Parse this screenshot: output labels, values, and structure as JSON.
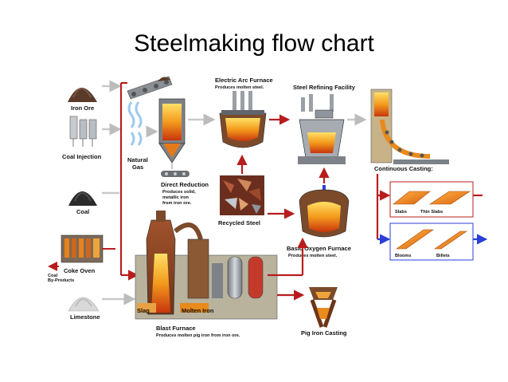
{
  "title": "Steelmaking flow chart",
  "nodes": {
    "iron_ore": "Iron Ore",
    "coal_injection": "Coal Injection",
    "coal": "Coal",
    "coke_oven": "Coke Oven",
    "coal_byproducts": "Coal By-Products",
    "limestone": "Limestone",
    "natural_gas": "Natural Gas",
    "direct_reduction": "Direct Reduction",
    "direct_reduction_desc": "Produces solid, metallic iron from iron ore.",
    "electric_arc_furnace": "Electric Arc Furnace",
    "electric_arc_furnace_desc": "Produces molten steel.",
    "steel_refining_facility": "Steel Refining Facility",
    "recycled_steel": "Recycled Steel",
    "basic_oxygen_furnace": "Basic Oxygen Furnace",
    "basic_oxygen_furnace_desc": "Produces molten steel.",
    "continuous_casting": "Continuous Casting:",
    "slabs": "Slabs",
    "thin_slabs": "Thin Slabs",
    "blooms": "Blooms",
    "billets": "Billets",
    "blast_furnace": "Blast Furnace",
    "blast_furnace_desc": "Produces molten pig iron from iron ore.",
    "slag": "Slag",
    "molten_iron": "Molten Iron",
    "pig_iron_casting": "Pig Iron Casting"
  },
  "colors": {
    "flow_arrow": "#b81d1d",
    "feed_arrow": "#c9c9c9",
    "molten": "#f08a1c",
    "steel_gray": "#8e959c",
    "output_arrow": "#2a3fd6"
  }
}
